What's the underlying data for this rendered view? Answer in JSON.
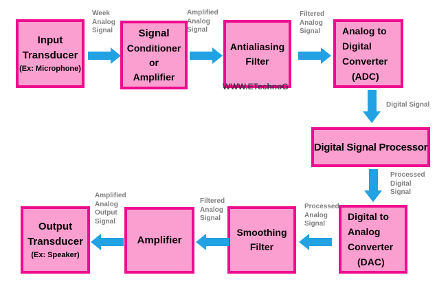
{
  "diagram": {
    "watermark": "WWW.ETechnoG",
    "colors": {
      "background": "#FFFFFF",
      "box_fill": "#FB9FD1",
      "box_border": "#EE0C8E",
      "arrow": "#22A2E2",
      "label_text": "#7F7F7F",
      "box_text": "#000000",
      "watermark_text": "#2F2F3A"
    },
    "boxes": [
      {
        "name": "input-transducer",
        "lines": [
          "Input",
          "Transducer"
        ],
        "sub": "(Ex: Microphone)"
      },
      {
        "name": "signal-conditioner",
        "lines": [
          "Signal",
          "Conditioner",
          "or",
          "Amplifier"
        ]
      },
      {
        "name": "antialiasing-filter",
        "lines": [
          "Antialiasing",
          "Filter"
        ]
      },
      {
        "name": "adc",
        "lines": [
          "Analog to",
          "Digital",
          "Converter",
          "(ADC)"
        ]
      },
      {
        "name": "dsp",
        "lines": [
          "Digital Signal Processor"
        ]
      },
      {
        "name": "dac",
        "lines": [
          "Digital to",
          "Analog",
          "Converter",
          "(DAC)"
        ]
      },
      {
        "name": "smoothing-filter",
        "lines": [
          "Smoothing",
          "Filter"
        ]
      },
      {
        "name": "amplifier",
        "lines": [
          "Amplifier"
        ]
      },
      {
        "name": "output-transducer",
        "lines": [
          "Output",
          "Transducer"
        ],
        "sub": "(Ex: Speaker)"
      }
    ],
    "signal_labels": [
      {
        "name": "weak-analog-signal",
        "lines": [
          "Week",
          "Analog",
          "Signal"
        ]
      },
      {
        "name": "amplified-analog-signal",
        "lines": [
          "Amplified",
          "Analog",
          "Signal"
        ]
      },
      {
        "name": "filtered-analog-signal-top",
        "lines": [
          "Filtered",
          "Analog",
          "Signal"
        ]
      },
      {
        "name": "digital-signal",
        "lines": [
          "Digital Signal"
        ]
      },
      {
        "name": "processed-digital-signal",
        "lines": [
          "Processed",
          "Digital",
          "Signal"
        ]
      },
      {
        "name": "processed-analog-signal",
        "lines": [
          "Processed",
          "Analog",
          "Signal"
        ]
      },
      {
        "name": "filtered-analog-signal-bottom",
        "lines": [
          "Filtered",
          "Analog",
          "Signal"
        ]
      },
      {
        "name": "amplified-analog-output-signal",
        "lines": [
          "Amplified",
          "Analog",
          "Output",
          "Signal"
        ]
      }
    ]
  }
}
